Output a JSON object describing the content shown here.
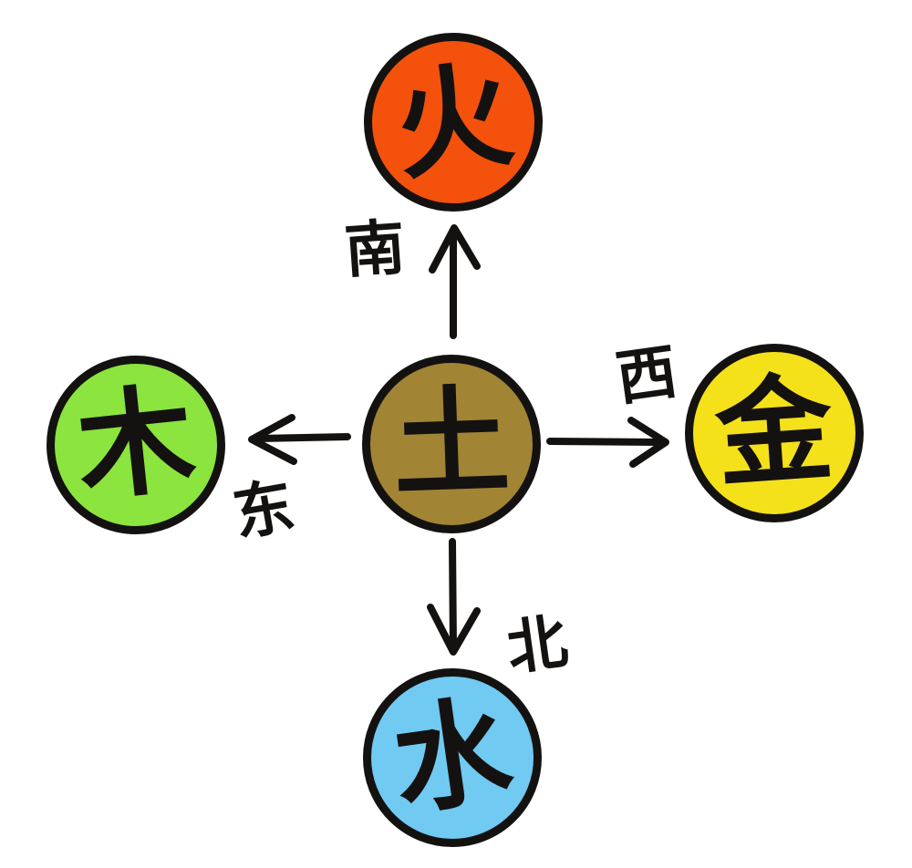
{
  "diagram": {
    "name": "five-elements-directions",
    "background": "#ffffff",
    "ink_color": "#141210",
    "nodes": {
      "fire": {
        "char": "火",
        "color": "#f4510d",
        "position": "top"
      },
      "wood": {
        "char": "木",
        "color": "#8ce43f",
        "position": "left"
      },
      "earth": {
        "char": "土",
        "color": "#a18434",
        "position": "center"
      },
      "metal": {
        "char": "金",
        "color": "#f5e11a",
        "position": "right"
      },
      "water": {
        "char": "水",
        "color": "#70caf2",
        "position": "bottom"
      }
    },
    "directions": {
      "south": "南",
      "west": "西",
      "east": "东",
      "north": "北"
    },
    "arrows": [
      {
        "name": "arrow-up",
        "from": "earth",
        "to": "fire"
      },
      {
        "name": "arrow-left",
        "from": "earth",
        "to": "wood"
      },
      {
        "name": "arrow-right",
        "from": "earth",
        "to": "metal"
      },
      {
        "name": "arrow-down",
        "from": "earth",
        "to": "water"
      }
    ]
  }
}
